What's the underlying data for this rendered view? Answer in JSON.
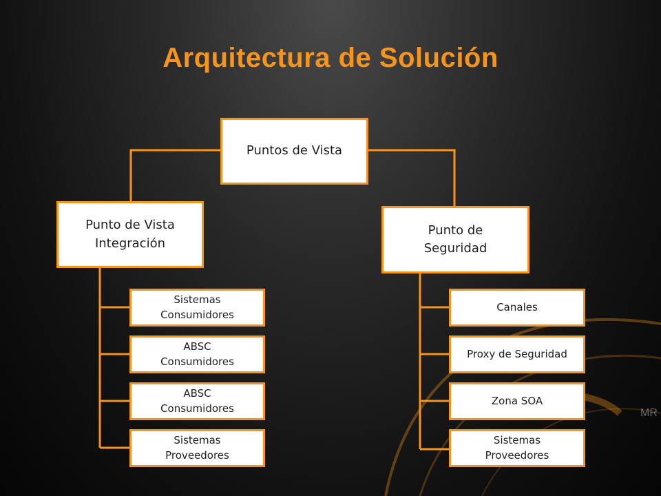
{
  "title": "Arquitectura de Solución",
  "colors": {
    "accent": "#f7941d",
    "box_fill": "#ffffff",
    "text": "#1f1f1f"
  },
  "root": {
    "label": "Puntos de Vista"
  },
  "left_branch": {
    "label": "Punto de Vista\nIntegración",
    "items": [
      "Sistemas\nConsumidores",
      "ABSC\nConsumidores",
      "ABSC\nConsumidores",
      "Sistemas\nProveedores"
    ]
  },
  "right_branch": {
    "label": "Punto de\nSeguridad",
    "items": [
      "Canales",
      "Proxy de Seguridad",
      "Zona SOA",
      "Sistemas\nProveedores"
    ]
  },
  "background_logo": {
    "icon": "orange-swirl-logo",
    "text": "MR"
  }
}
